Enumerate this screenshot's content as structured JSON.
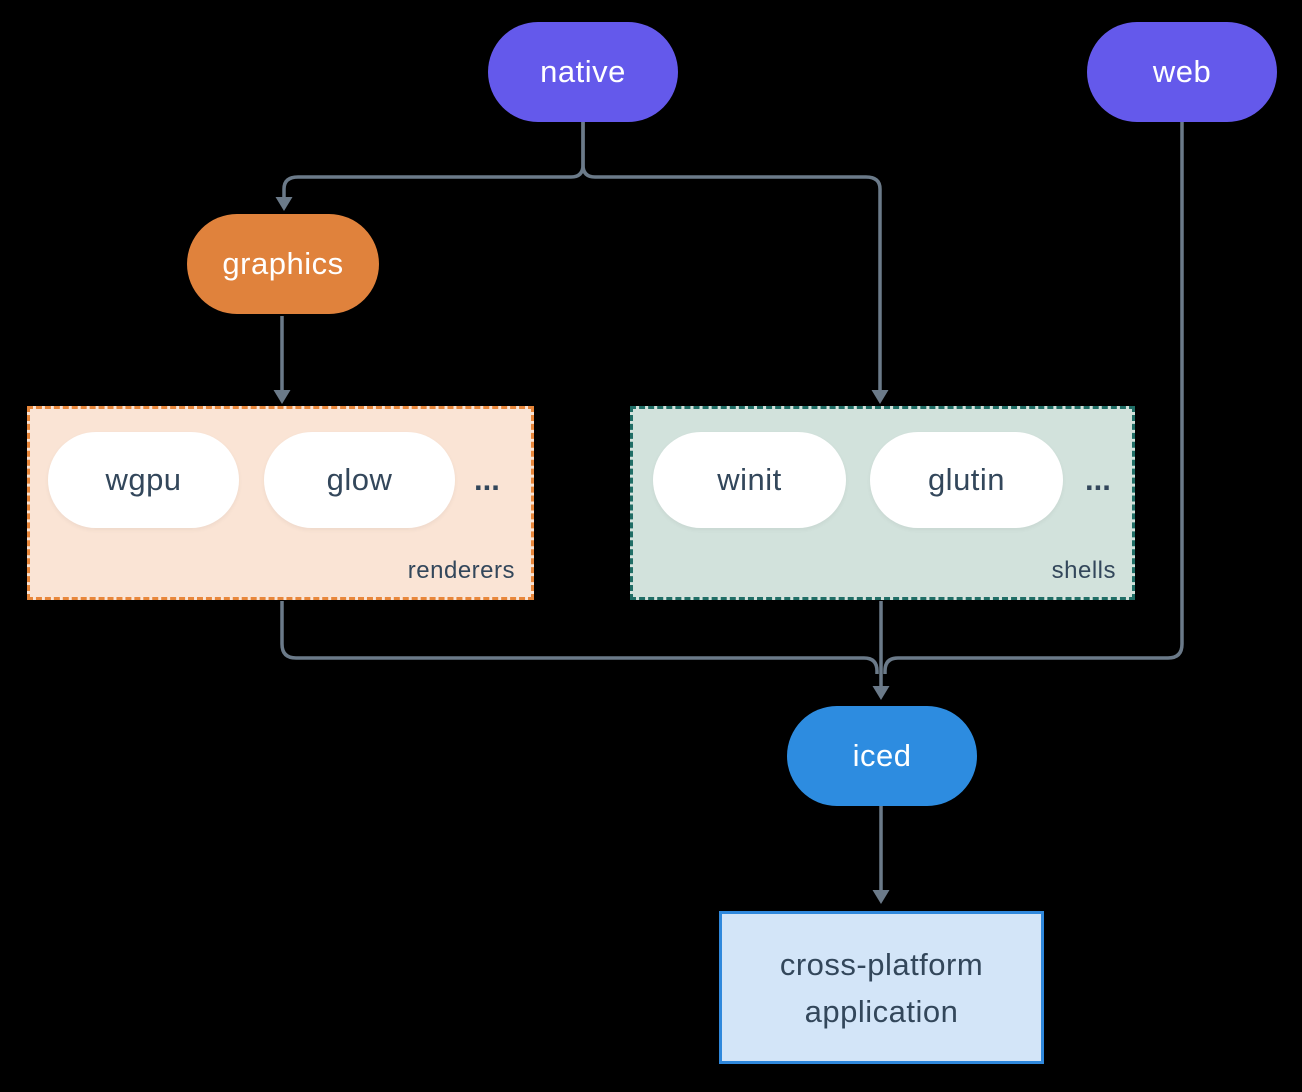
{
  "diagram": {
    "background": "#000000",
    "line_color": "#6b7a89",
    "nodes": {
      "native": {
        "label": "native",
        "color": "#6459eb",
        "text_color": "#ffffff"
      },
      "web": {
        "label": "web",
        "color": "#6459eb",
        "text_color": "#ffffff"
      },
      "graphics": {
        "label": "graphics",
        "color": "#e0823c",
        "text_color": "#ffffff"
      },
      "iced": {
        "label": "iced",
        "color": "#2d8ce0",
        "text_color": "#ffffff"
      },
      "application": {
        "label_line1": "cross-platform",
        "label_line2": "application",
        "fill": "#d3e5f8",
        "border_color": "#2f88dc",
        "text_color": "#33475b"
      }
    },
    "groups": {
      "renderers": {
        "label": "renderers",
        "ellipsis": "...",
        "items": [
          "wgpu",
          "glow"
        ],
        "fill": "#fae4d5",
        "border_color": "#e8873b",
        "item_fill": "#ffffff",
        "item_text_color": "#33475b"
      },
      "shells": {
        "label": "shells",
        "ellipsis": "...",
        "items": [
          "winit",
          "glutin"
        ],
        "fill": "#d2e2dc",
        "border_color": "#206e66",
        "item_fill": "#ffffff",
        "item_text_color": "#33475b"
      }
    },
    "edges": [
      {
        "from": "native",
        "to": "graphics"
      },
      {
        "from": "native",
        "to": "shells"
      },
      {
        "from": "graphics",
        "to": "renderers"
      },
      {
        "from": "renderers",
        "to": "iced"
      },
      {
        "from": "shells",
        "to": "iced"
      },
      {
        "from": "web",
        "to": "iced"
      },
      {
        "from": "iced",
        "to": "application"
      }
    ]
  }
}
